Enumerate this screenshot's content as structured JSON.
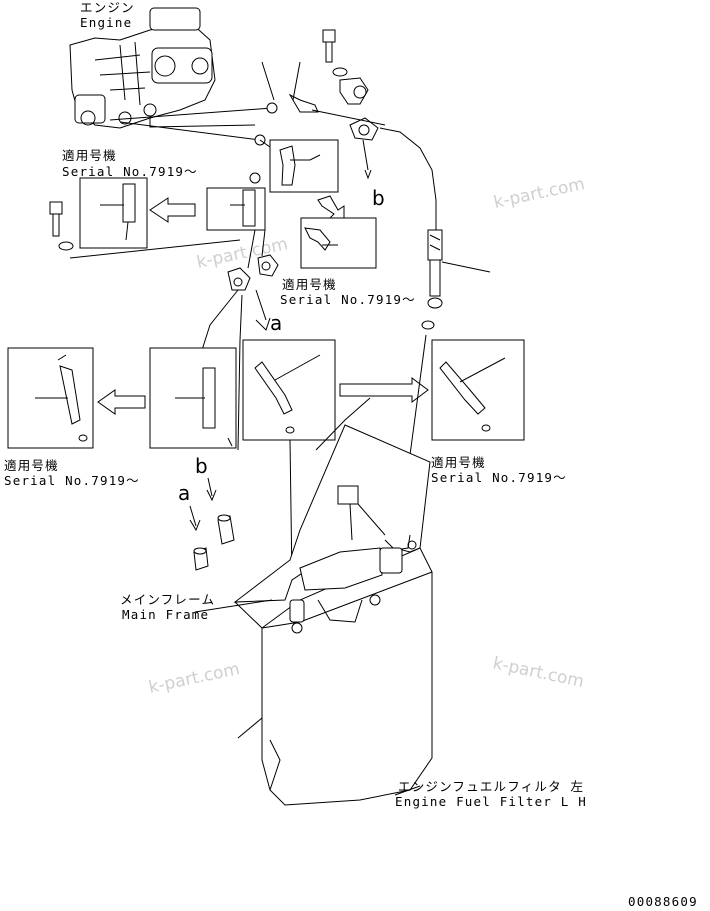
{
  "labels": {
    "engine_jp": "エンジン",
    "engine_en": "Engine",
    "serial_jp": "適用号機",
    "serial_en": "Serial No.7919～",
    "main_frame_jp": "メインフレーム",
    "main_frame_en": "Main Frame",
    "fuel_filter_jp": "エンジンフュエルフィルタ 左",
    "fuel_filter_en": "Engine Fuel Filter L H",
    "letter_a": "a",
    "letter_b": "b",
    "watermark": "k-part.com",
    "drawing_number": "00088609"
  }
}
